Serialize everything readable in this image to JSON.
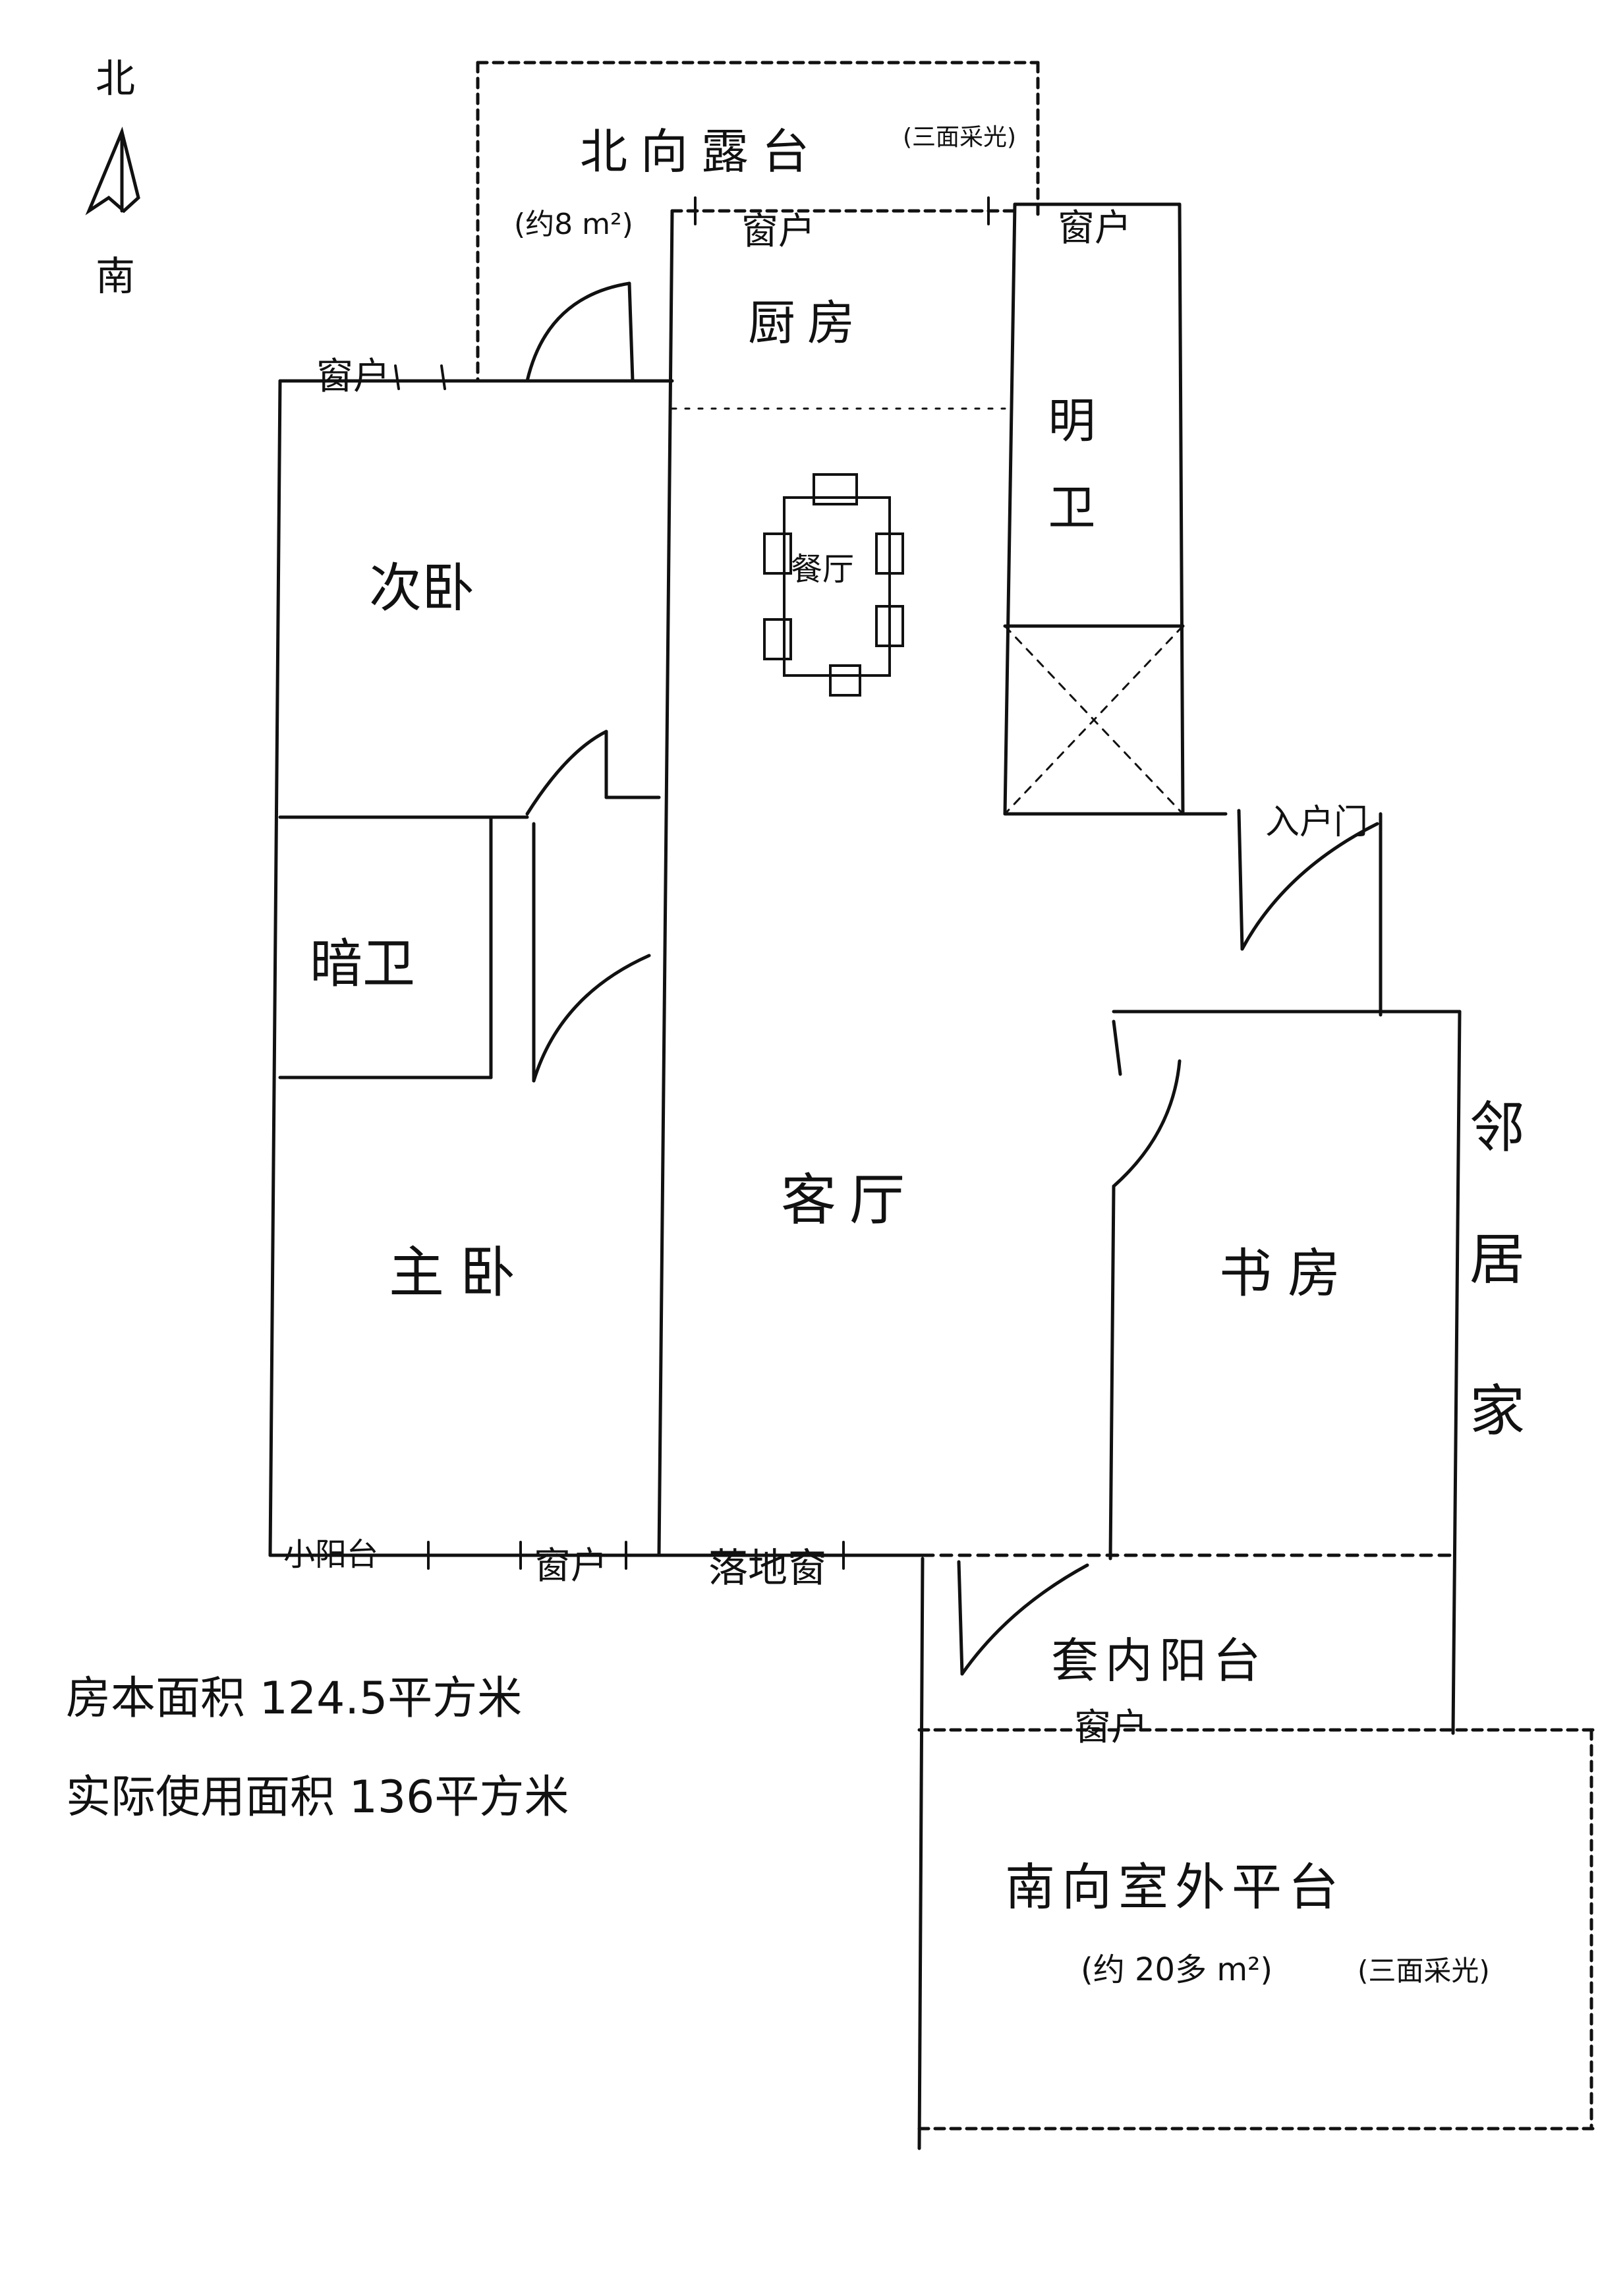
{
  "compass": {
    "north": "北",
    "south": "南"
  },
  "rooms": {
    "north_terrace": "北向露台",
    "north_terrace_note": "(三面采光)",
    "north_terrace_area": "(约8 m²)",
    "kitchen": "厨房",
    "dining": "餐厅",
    "secondary_bedroom": "次卧",
    "bright_bathroom": "明卫",
    "dark_bathroom": "暗卫",
    "living_room": "客厅",
    "master_bedroom": "主卧",
    "study": "书房",
    "inner_balcony": "套内阳台",
    "south_terrace": "南向室外平台",
    "south_terrace_area": "(约 20多 m²)",
    "south_terrace_note": "(三面采光)",
    "neighbor": [
      "邻",
      "居",
      "家"
    ]
  },
  "labels": {
    "window": "窗户",
    "entrance": "入户门",
    "balcony_small": "小阳台",
    "floor_window": "落地窗"
  },
  "notes": {
    "floor_area": "房本面积 124.5平方米",
    "actual_area": "实际使用面积 136平方米"
  }
}
